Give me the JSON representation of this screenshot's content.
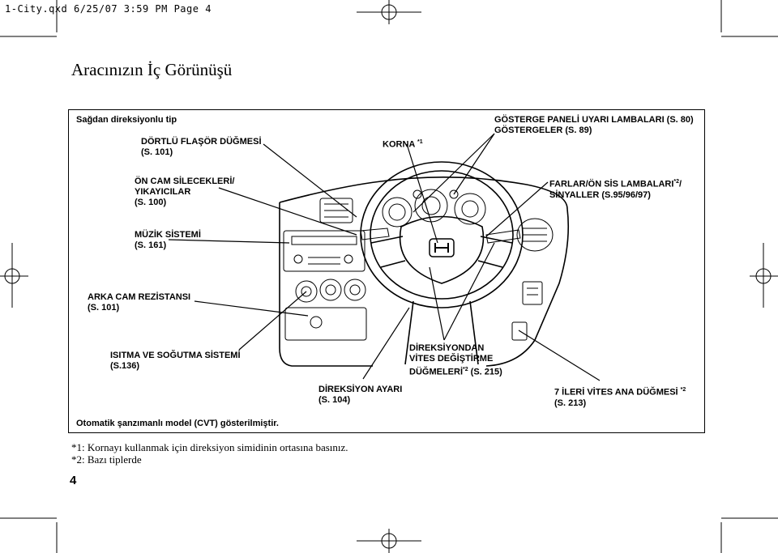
{
  "slug_line": "1-City.qxd   6/25/07   3:59 PM   Page 4",
  "title": "Aracınızın İç Görünüşü",
  "subtitle": "Sağdan direksiyonlu tip",
  "labels": {
    "hazard_1": "DÖRTLÜ FLAŞÖR DÜĞMESİ",
    "hazard_2": "(S. 101)",
    "horn": "KORNA",
    "horn_sup": "*1",
    "gauges_1": "GÖSTERGE PANELİ UYARI LAMBALARI (S. 80)",
    "gauges_2": "GÖSTERGELER (S. 89)",
    "wipers_1": "ÖN CAM SİLECEKLERİ/",
    "wipers_2": "YIKAYICILAR",
    "wipers_3": "(S. 100)",
    "lights_1": "FARLAR/ÖN SİS LAMBALARI",
    "lights_sup": "*2",
    "lights_1b": "/",
    "lights_2": "SİNYALLER (S.95/96/97)",
    "audio_1": "MÜZİK SİSTEMİ",
    "audio_2": "(S. 161)",
    "defrost_1": "ARKA CAM REZİSTANSI",
    "defrost_2": "(S. 101)",
    "climate_1": "ISITMA VE SOĞUTMA SİSTEMİ",
    "climate_2": "(S.136)",
    "paddles_1": "DİREKSİYONDAN",
    "paddles_2": "VİTES DEĞİŞTİRME",
    "paddles_3": "DÜĞMELERİ",
    "paddles_sup": "*2",
    "paddles_3b": " (S. 215)",
    "tilt_1": "DİREKSİYON AYARI",
    "tilt_2": "(S. 104)",
    "seven_1": "7 İLERİ VİTES ANA DÜĞMESİ",
    "seven_sup": "*2",
    "seven_2": "(S. 213)",
    "cvt_note": "Otomatik şanzımanlı model (CVT) gösterilmiştir."
  },
  "footnotes": [
    "*1: Kornayı kullanmak için direksiyon simidinin ortasına basınız.",
    "*2: Bazı tiplerde"
  ],
  "page_number": "4"
}
